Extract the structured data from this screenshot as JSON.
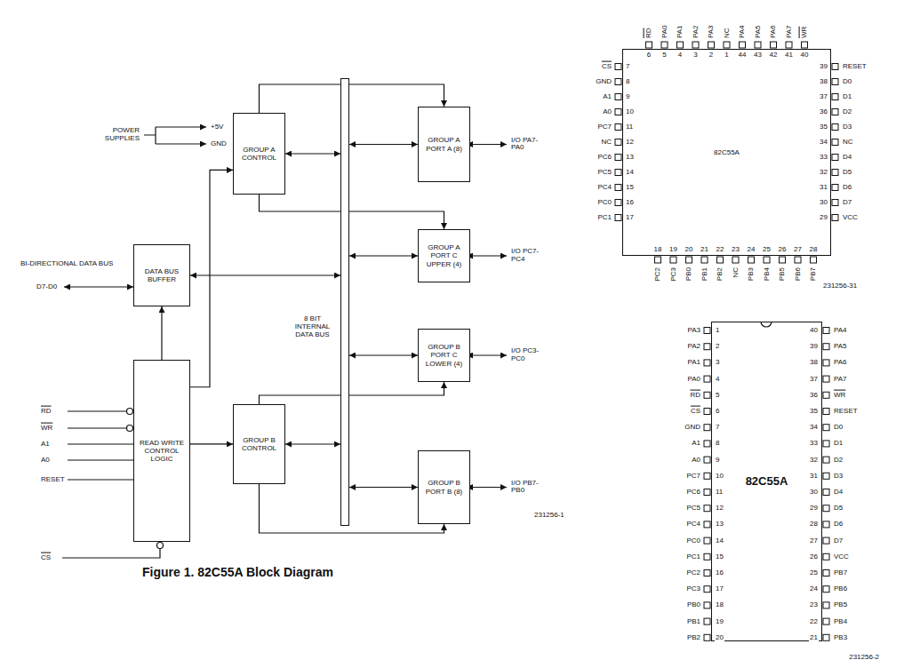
{
  "diagram": {
    "caption": "Figure 1. 82C55A Block Diagram",
    "nodes": [
      {
        "text": [
          "GROUP A CONTROL"
        ]
      },
      {
        "text": [
          "GROUP A PORT A (8)"
        ]
      },
      {
        "text": [
          "DATA BUS BUFFER"
        ]
      },
      {
        "text": [
          "8 BIT INTERNAL DATA BUS"
        ]
      },
      {
        "text": [
          "GROUP A PORT C UPPER (4)"
        ]
      },
      {
        "text": [
          "GROUP B PORT C LOWER (4)"
        ]
      },
      {
        "text": [
          "READ WRITE CONTROL LOGIC"
        ]
      },
      {
        "text": [
          "GROUP B CONTROL"
        ]
      },
      {
        "text": [
          "GROUP B PORT B (8)"
        ]
      },
      {
        "text": [
          "82C55A"
        ]
      },
      {
        "text": [
          "82C55A"
        ]
      }
    ],
    "edges": [
      {
        "from": 2,
        "to": 3,
        "arrow": "both"
      },
      {
        "from": 0,
        "to": 3,
        "arrow": "both"
      },
      {
        "from": 7,
        "to": 3,
        "arrow": "both"
      },
      {
        "from": 1,
        "to": 3,
        "arrow": "both"
      },
      {
        "from": 4,
        "to": 3,
        "arrow": "both"
      },
      {
        "from": 5,
        "to": 3,
        "arrow": "both"
      },
      {
        "from": 8,
        "to": 3,
        "arrow": "both"
      },
      {
        "from": 0,
        "to": 1,
        "arrow": "to"
      },
      {
        "from": 0,
        "to": 4,
        "arrow": "to"
      },
      {
        "from": 7,
        "to": 5,
        "arrow": "to"
      },
      {
        "from": 7,
        "to": 8,
        "arrow": "to"
      },
      {
        "from": 6,
        "to": 2,
        "arrow": "to"
      },
      {
        "from": 6,
        "to": 0,
        "arrow": "to"
      },
      {
        "from": 6,
        "to": 7,
        "arrow": "to"
      }
    ],
    "labels": [
      "POWER SUPPLIES",
      "+5V",
      "GND",
      "BI-DIRECTIONAL DATA BUS",
      "D7-D0",
      "RD",
      "WR",
      "A1",
      "A0",
      "RESET",
      "CS",
      "I/O PA7-PA0",
      "I/O PC7-PC4",
      "I/O PC3-PC0",
      "I/O PB7-PB0",
      "231256-1",
      "231256-31",
      "231256-2",
      "RD",
      "6",
      "PA0",
      "5",
      "PA1",
      "4",
      "PA2",
      "3",
      "PA3",
      "2",
      "NC",
      "1",
      "PA4",
      "44",
      "PA5",
      "43",
      "PA6",
      "42",
      "PA7",
      "41",
      "WR",
      "40",
      "CS",
      "7",
      "GND",
      "8",
      "A1",
      "9",
      "A0",
      "10",
      "PC7",
      "11",
      "NC",
      "12",
      "PC6",
      "13",
      "PC5",
      "14",
      "PC4",
      "15",
      "PC0",
      "16",
      "PC1",
      "17",
      "RESET",
      "39",
      "D0",
      "38",
      "D1",
      "37",
      "D2",
      "36",
      "D3",
      "35",
      "NC",
      "34",
      "D4",
      "33",
      "D5",
      "32",
      "D6",
      "31",
      "D7",
      "30",
      "VCC",
      "29",
      "PC2",
      "18",
      "PC3",
      "19",
      "PB0",
      "20",
      "PB1",
      "21",
      "PB2",
      "22",
      "NC",
      "23",
      "PB3",
      "24",
      "PB4",
      "25",
      "PB5",
      "26",
      "PB6",
      "27",
      "PB7",
      "28",
      "PA3",
      "1",
      "PA2",
      "2",
      "PA1",
      "3",
      "PA0",
      "4",
      "RD",
      "5",
      "CS",
      "6",
      "GND",
      "7",
      "A1",
      "8",
      "A0",
      "9",
      "PC7",
      "10",
      "PC6",
      "11",
      "PC5",
      "12",
      "PC4",
      "13",
      "PC0",
      "14",
      "PC1",
      "15",
      "PC2",
      "16",
      "PC3",
      "17",
      "PB0",
      "18",
      "PB1",
      "19",
      "PB2",
      "20",
      "PA4",
      "40",
      "PA5",
      "39",
      "PA6",
      "38",
      "PA7",
      "37",
      "WR",
      "36",
      "RESET",
      "35",
      "D0",
      "34",
      "D1",
      "33",
      "D2",
      "32",
      "D3",
      "31",
      "D4",
      "30",
      "D5",
      "29",
      "D6",
      "28",
      "D7",
      "27",
      "VCC",
      "26",
      "PB7",
      "25",
      "PB6",
      "24",
      "PB5",
      "23",
      "PB4",
      "22",
      "PB3",
      "21"
    ]
  }
}
